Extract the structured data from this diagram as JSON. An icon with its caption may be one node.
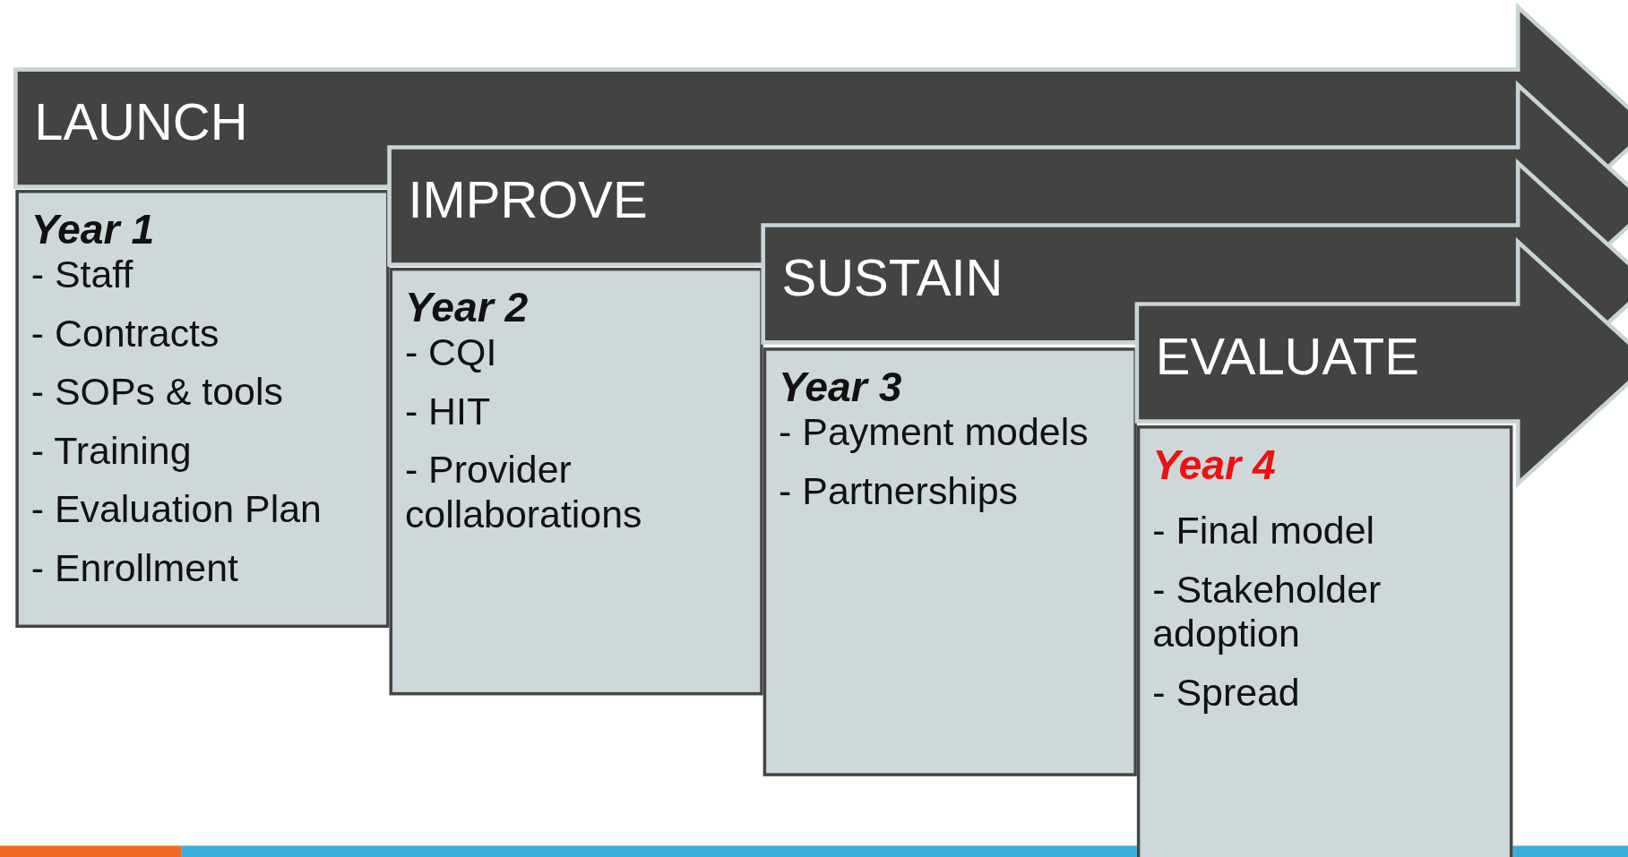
{
  "diagram": {
    "nodes": [
      {
        "text": [
          "LAUNCH"
        ]
      },
      {
        "text": [
          "Year 1",
          "- Staff",
          "- Contracts",
          "- SOPs & tools",
          "- Training",
          "- Evaluation Plan",
          "- Enrollment"
        ]
      },
      {
        "text": [
          "IMPROVE"
        ]
      },
      {
        "text": [
          "Year 2",
          "- CQI",
          "- HIT",
          "- Provider collaborations"
        ]
      },
      {
        "text": [
          "SUSTAIN"
        ]
      },
      {
        "text": [
          "Year 3",
          "- Payment models",
          "- Partnerships"
        ]
      },
      {
        "text": [
          "EVALUATE"
        ]
      },
      {
        "text": [
          "Year 4",
          "- Final model",
          "- Stakeholder adoption",
          "- Spread"
        ]
      }
    ],
    "edges": []
  }
}
